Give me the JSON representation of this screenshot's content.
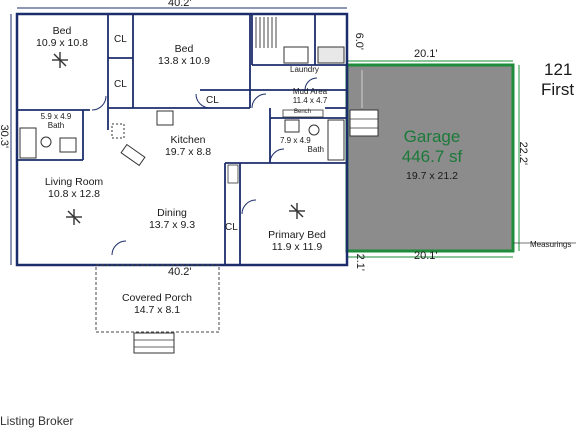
{
  "dimensions": {
    "top_width": "40.2'",
    "middle_width": "40.2'",
    "left_height": "30.3'",
    "top_right": "6.0'",
    "bottom_right": "2.1'",
    "garage_top": "20.1'",
    "garage_bottom": "20.1'",
    "garage_right": "22.2'"
  },
  "rooms": {
    "bed1": {
      "name": "Bed",
      "size": "10.9 x 10.8"
    },
    "bed2": {
      "name": "Bed",
      "size": "13.8 x 10.9"
    },
    "kitchen": {
      "name": "Kitchen",
      "size": "19.7 x 8.8"
    },
    "living": {
      "name": "Living Room",
      "size": "10.8 x 12.8"
    },
    "dining": {
      "name": "Dining",
      "size": "13.7 x 9.3"
    },
    "primary": {
      "name": "Primary Bed",
      "size": "11.9 x 11.9"
    },
    "bath1": {
      "size": "5.9 x 4.9",
      "name": "Bath"
    },
    "bath2": {
      "size": "7.9 x 4.9",
      "name": "Bath"
    },
    "mud": {
      "name": "Mud Area",
      "size": "11.4 x 4.7"
    },
    "laundry": {
      "name": "Laundry"
    },
    "bench": {
      "name": "Bench"
    },
    "porch": {
      "name": "Covered Porch",
      "size": "14.7 x 8.1"
    }
  },
  "closets": [
    "CL",
    "CL",
    "CL",
    "CL"
  ],
  "garage": {
    "title": "Garage",
    "area": "446.7 sf",
    "size": "19.7 x 21.2"
  },
  "address": {
    "line1": "121",
    "line2": "First"
  },
  "note": "Measurings",
  "broker": "Listing Broker",
  "colors": {
    "wall": "#1c2d6b",
    "garage_fill": "#8c8c8c",
    "garage_border": "#1e8c3a",
    "garage_text": "#1b7a3a"
  }
}
